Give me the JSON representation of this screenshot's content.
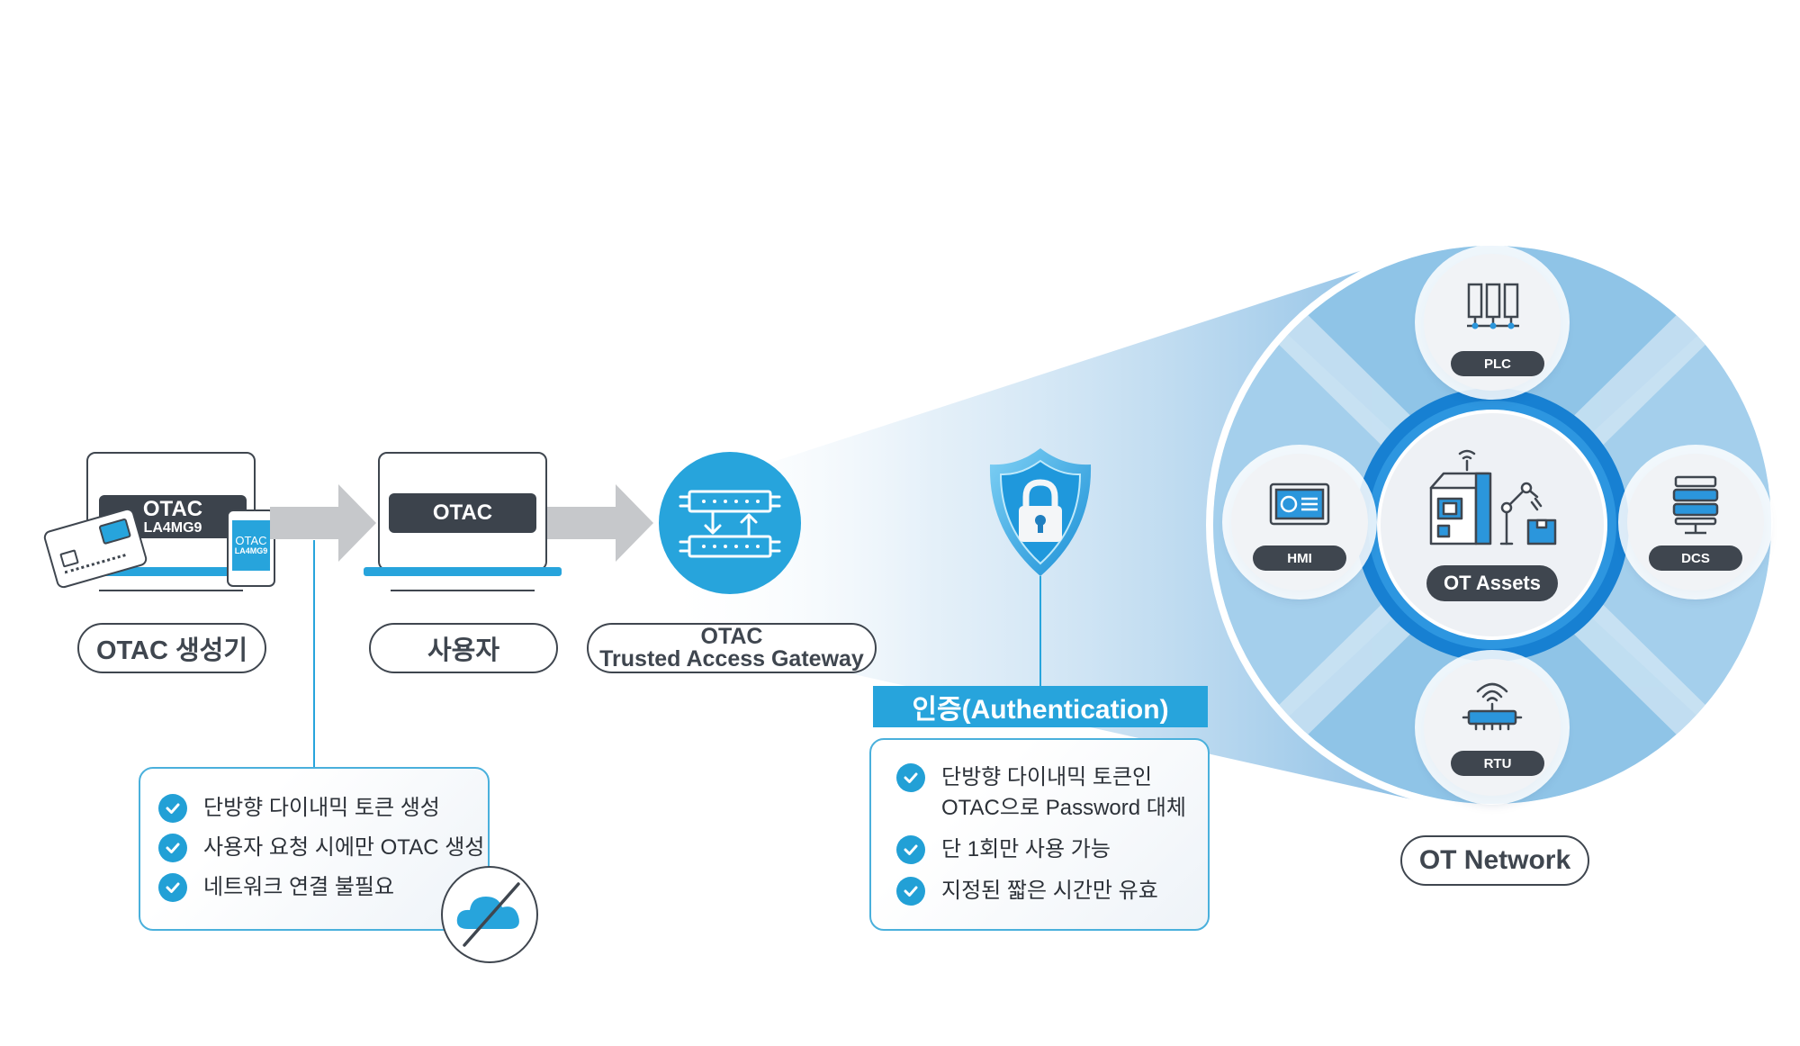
{
  "generator": {
    "laptop_screen": "OTAC",
    "laptop_code": "LA4MG9",
    "phone_screen": "OTAC",
    "phone_code": "LA4MG9",
    "label": "OTAC 생성기"
  },
  "user": {
    "laptop_screen": "OTAC",
    "label": "사용자"
  },
  "gateway": {
    "label_line1": "OTAC",
    "label_line2": "Trusted Access Gateway"
  },
  "generator_features": [
    "단방향 다이내믹 토큰 생성",
    "사용자 요청 시에만 OTAC 생성",
    "네트워크 연결 불필요"
  ],
  "authentication": {
    "title": "인증(Authentication)",
    "features": [
      "단방향 다이내믹 토큰인\nOTAC으로 Password 대체",
      "단 1회만 사용 가능",
      "지정된 짧은 시간만 유효"
    ]
  },
  "ot_network": {
    "label": "OT Network",
    "center": "OT Assets",
    "nodes": {
      "top": "PLC",
      "left": "HMI",
      "right": "DCS",
      "bottom": "RTU"
    }
  },
  "colors": {
    "accent": "#27a4dc",
    "dark": "#3f464f",
    "ring_light": "#b9daf0",
    "ring_mid": "#8cc3e6",
    "ring_dark": "#1a7fd0"
  }
}
